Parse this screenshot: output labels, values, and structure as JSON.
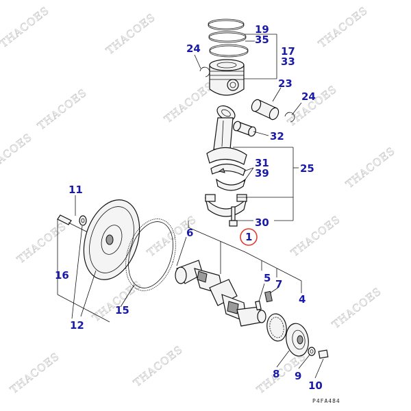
{
  "callouts": {
    "c1": "1",
    "c4": "4",
    "c5": "5",
    "c6": "6",
    "c7": "7",
    "c8": "8",
    "c9": "9",
    "c10": "10",
    "c11": "11",
    "c12": "12",
    "c15": "15",
    "c16": "16",
    "c17": "17",
    "c19": "19",
    "c23": "23",
    "c24a": "24",
    "c24b": "24",
    "c25": "25",
    "c30": "30",
    "c31": "31",
    "c32": "32",
    "c33": "33",
    "c35": "35",
    "c39": "39"
  },
  "reference_code": "P4FA484",
  "watermark_text": "THACOES",
  "colors": {
    "callout": "#1a1aa8",
    "highlight_circle": "#e23b2e",
    "watermark": "#cfcfcf"
  }
}
